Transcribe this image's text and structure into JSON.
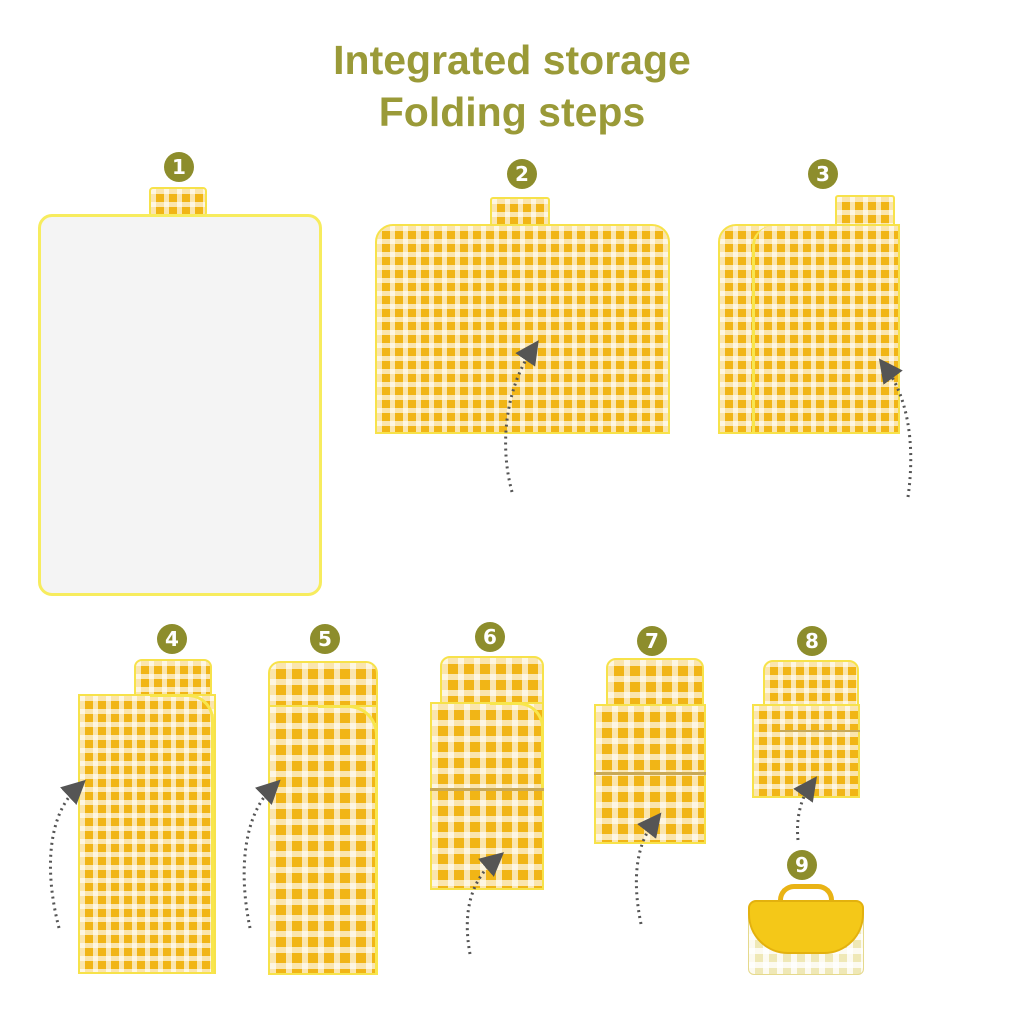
{
  "title": {
    "line1": "Integrated storage",
    "line2": "Folding steps"
  },
  "steps": [
    {
      "number": "1"
    },
    {
      "number": "2"
    },
    {
      "number": "3"
    },
    {
      "number": "4"
    },
    {
      "number": "5"
    },
    {
      "number": "6"
    },
    {
      "number": "7"
    },
    {
      "number": "8"
    },
    {
      "number": "9"
    }
  ],
  "colors": {
    "title": "#9a9a38",
    "badge": "#8d8d2c",
    "plaid_yellow": "#f1b516",
    "edge_yellow": "#f7e24a",
    "arrow": "#555555"
  },
  "icons": [
    "curved-fold-arrow-icon",
    "rolled-mat-handle-icon"
  ]
}
